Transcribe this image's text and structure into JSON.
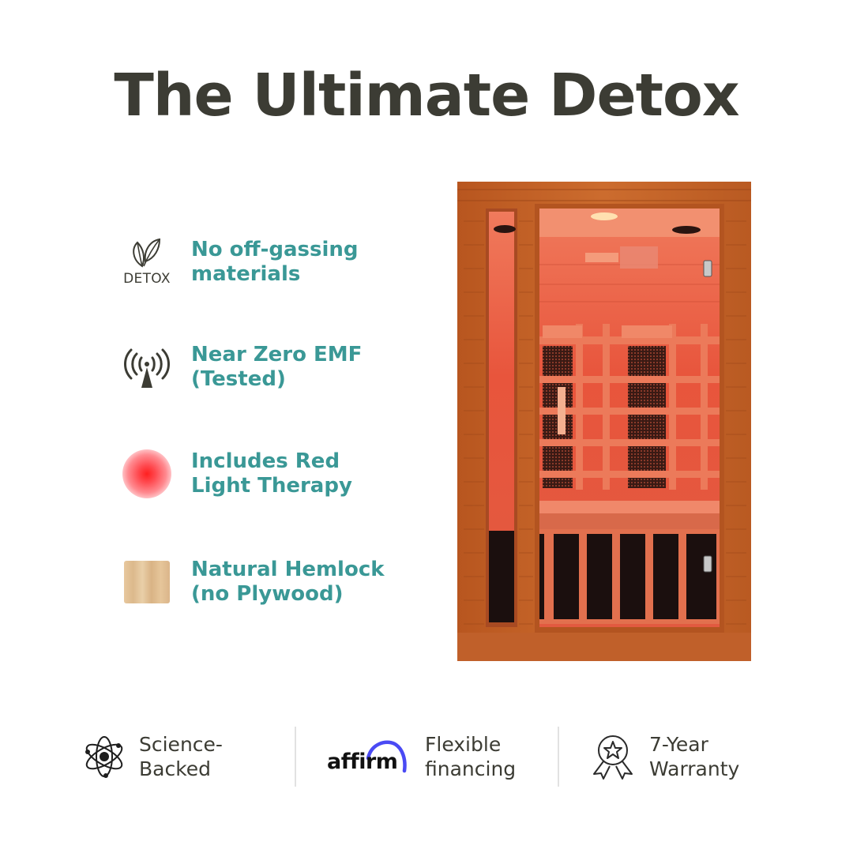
{
  "title": "The Ultimate Detox",
  "colors": {
    "title": "#3c3c34",
    "feature_text": "#3a9896",
    "body_text": "#3c3c34",
    "affirm_arc": "#4a4af4",
    "wood_frame": "#c5662a",
    "sauna_interior": "#e8553c"
  },
  "features": [
    {
      "icon": "leaf-detox-icon",
      "icon_label": "DETOX",
      "line1": "No off-gassing",
      "line2": "materials"
    },
    {
      "icon": "emf-tower-icon",
      "line1": "Near Zero EMF",
      "line2": "(Tested)"
    },
    {
      "icon": "red-light-icon",
      "line1": "Includes Red",
      "line2": "Light Therapy"
    },
    {
      "icon": "wood-swatch-icon",
      "line1": "Natural Hemlock",
      "line2": "(no Plywood)"
    }
  ],
  "product_image": {
    "alt": "Infrared sauna with red light glowing interior"
  },
  "badges": [
    {
      "icon": "atom-icon",
      "line1": "Science-",
      "line2": "Backed"
    },
    {
      "icon": "affirm-logo",
      "logo_text": "affirm",
      "line1": "Flexible",
      "line2": "financing"
    },
    {
      "icon": "award-ribbon-icon",
      "line1": "7-Year",
      "line2": "Warranty"
    }
  ]
}
